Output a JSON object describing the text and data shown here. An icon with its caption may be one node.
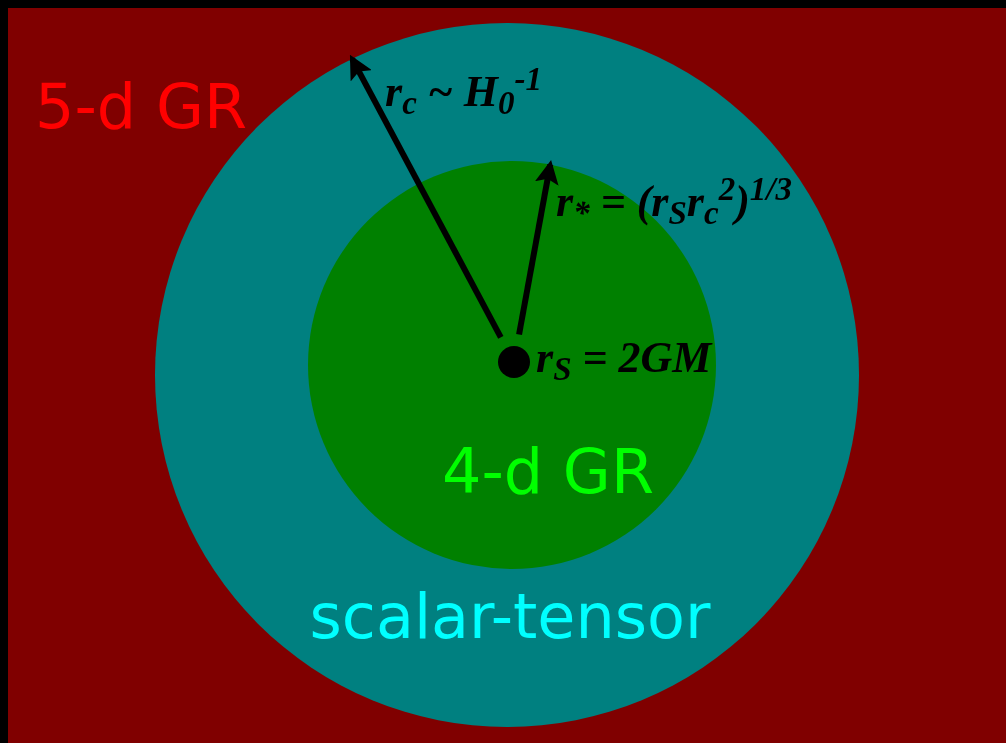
{
  "diagram": {
    "nodes": [
      {
        "text": [
          "5-d GR"
        ]
      },
      {
        "text": [
          "scalar-tensor"
        ],
        "in": 0
      },
      {
        "text": [
          "4-d GR"
        ],
        "in": 1
      },
      {
        "text": [],
        "shape": "circle",
        "in": 2,
        "beside": [
          "r$_{S}$ = 2GM"
        ]
      }
    ],
    "edges": [
      {
        "from": 3,
        "to": 1,
        "arrow": "to",
        "label": "r$_{c}$ ~ H$_{0}$$^{-1}$"
      },
      {
        "from": 3,
        "to": 2,
        "arrow": "to",
        "label": "r$_{*}$ = (r$_{S}$r$_{c}$$^{2}$)$^{1/3}$"
      }
    ]
  }
}
